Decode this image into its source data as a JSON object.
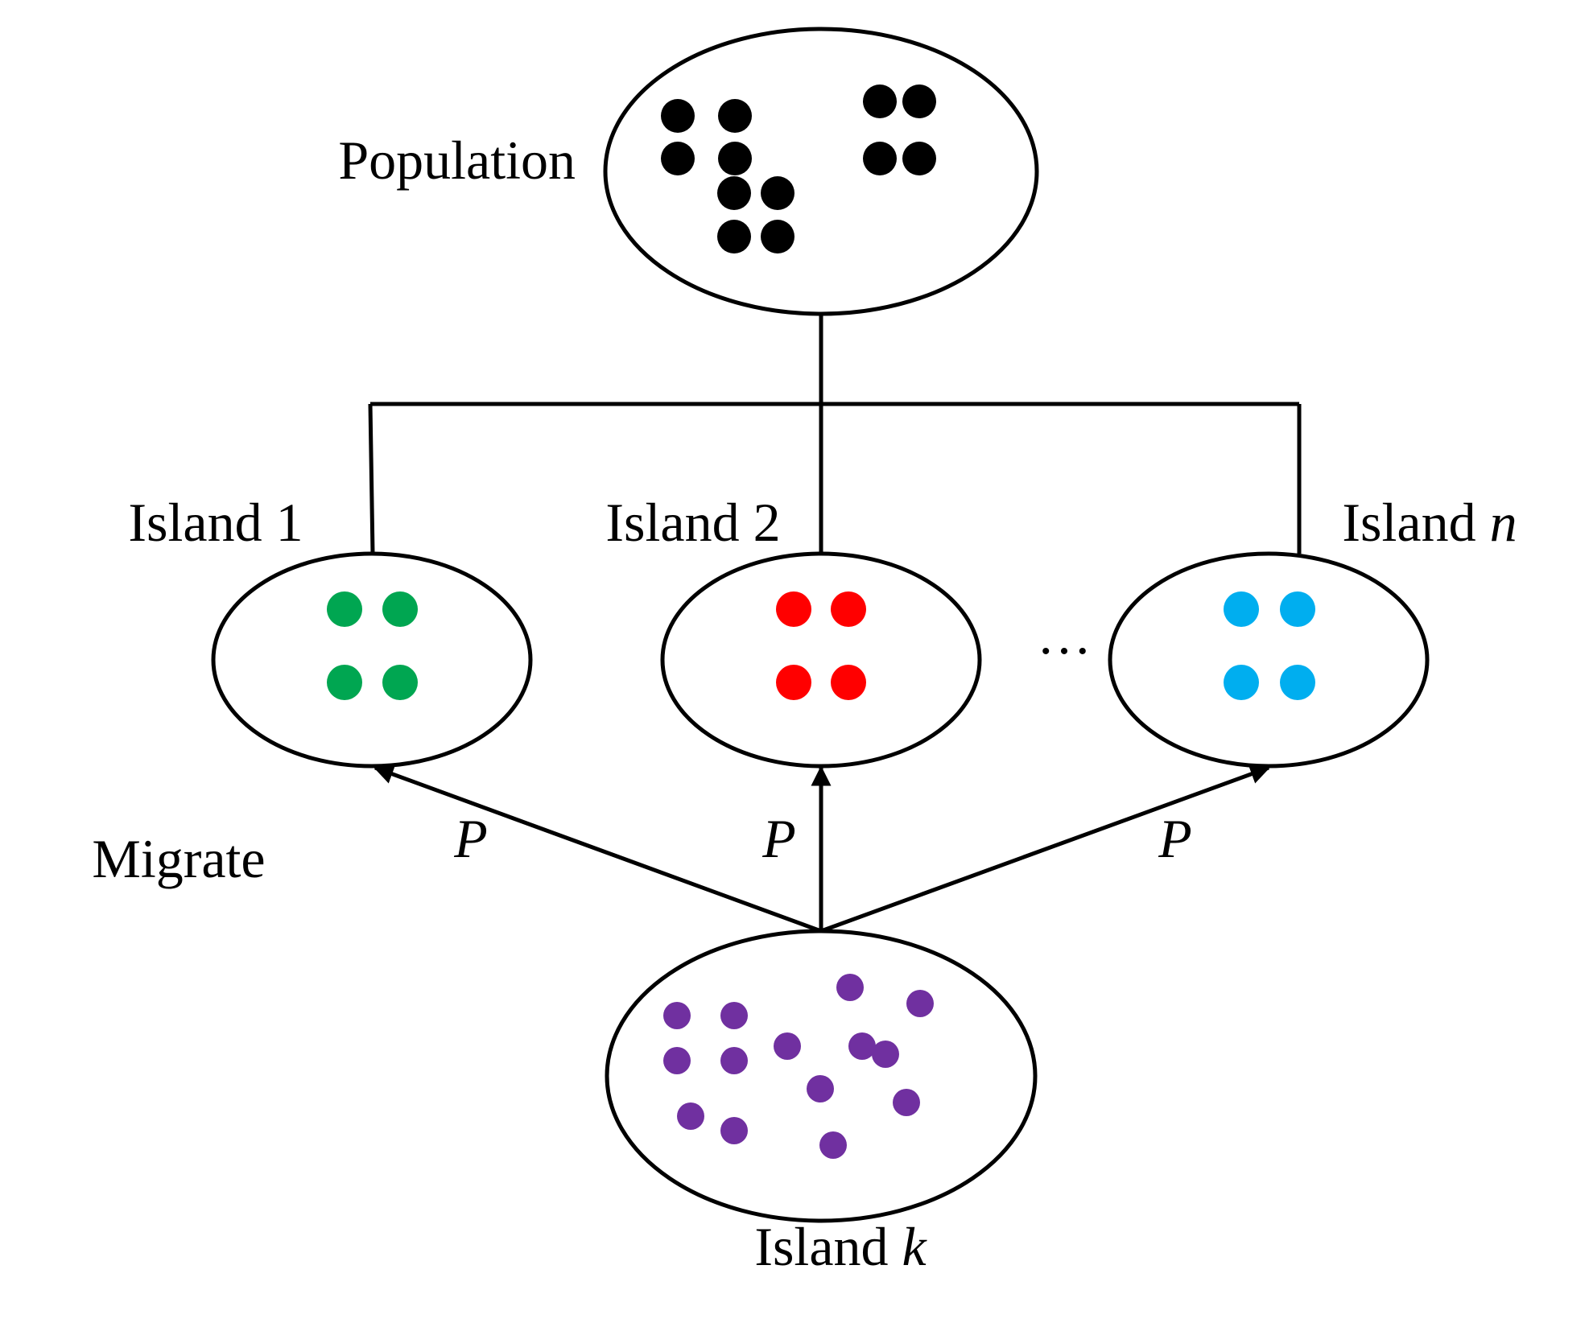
{
  "labels": {
    "population": "Population",
    "island1": "Island 1",
    "island2": "Island 2",
    "islandN_prefix": "Island ",
    "islandN_var": "n",
    "islandK_prefix": "Island ",
    "islandK_var": "k",
    "migrate": "Migrate",
    "p": "P",
    "ellipsis": "…"
  },
  "colors": {
    "population": "#000000",
    "island1": "#00a651",
    "island2": "#ff0000",
    "islandN": "#00aeef",
    "islandK": "#7030a0"
  },
  "counts": {
    "population_dots": 12,
    "island1_dots": 4,
    "island2_dots": 4,
    "islandN_dots": 4,
    "islandK_dots": 14
  }
}
